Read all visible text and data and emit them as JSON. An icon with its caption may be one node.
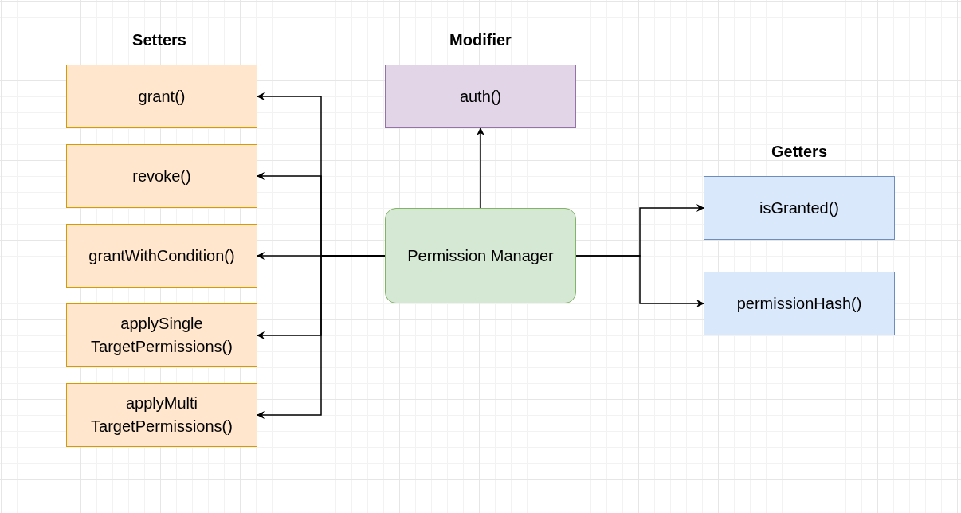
{
  "diagram": {
    "nodes": [
      {
        "text": [
          "grant()"
        ]
      },
      {
        "text": [
          "auth()"
        ]
      },
      {
        "text": [
          "revoke()"
        ]
      },
      {
        "text": [
          "isGranted()"
        ]
      },
      {
        "text": [
          "grantWithCondition()"
        ]
      },
      {
        "text": [
          "Permission Manager"
        ]
      },
      {
        "text": [
          "permissionHash()"
        ]
      },
      {
        "text": [
          "applySingle TargetPermissions()"
        ]
      },
      {
        "text": [
          "applyMulti TargetPermissions()"
        ]
      }
    ],
    "edges": [
      {
        "from": 5,
        "to": 0,
        "arrow": "to"
      },
      {
        "from": 5,
        "to": 2,
        "arrow": "to"
      },
      {
        "from": 5,
        "to": 4,
        "arrow": "to"
      },
      {
        "from": 5,
        "to": 7,
        "arrow": "to"
      },
      {
        "from": 5,
        "to": 8,
        "arrow": "to"
      },
      {
        "from": 5,
        "to": 1,
        "arrow": "to"
      },
      {
        "from": 5,
        "to": 3,
        "arrow": "to"
      },
      {
        "from": 5,
        "to": 6,
        "arrow": "to"
      }
    ],
    "labels": [
      "Setters",
      "Modifier",
      "Getters"
    ]
  }
}
